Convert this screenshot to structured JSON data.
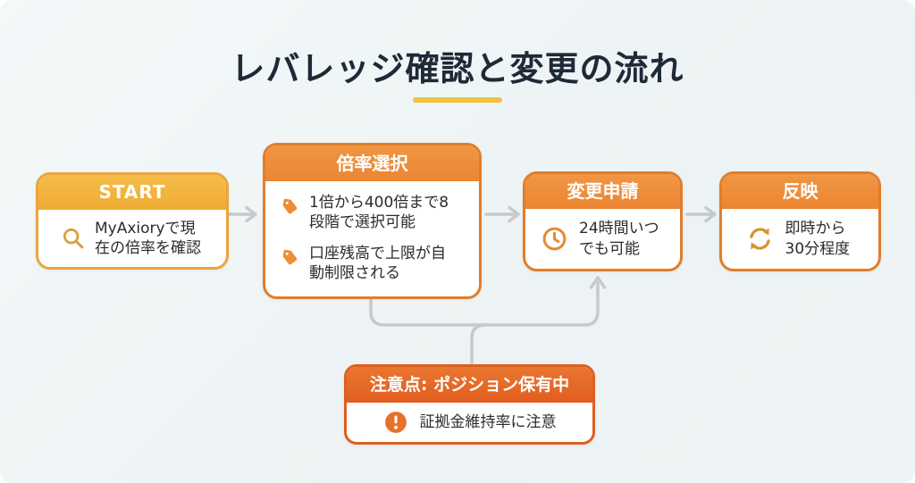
{
  "title": "レバレッジ確認と変更の流れ",
  "colors": {
    "background": "#eff4f5",
    "title_text": "#1f2a38",
    "title_underline": "#f0c143",
    "start_header": "#f2b340",
    "step_header": "#ee8c38",
    "step_border": "#e17d2a",
    "caution_header": "#e56b26",
    "icon_amber": "#d9a23f",
    "icon_orange": "#e58a2e",
    "connector_gray": "#c6cacb",
    "body_text": "#2b2b2b"
  },
  "flow": {
    "start": {
      "header": "START",
      "body": "MyAxioryで現在の倍率を確認"
    },
    "rate_select": {
      "header": "倍率選択",
      "items": [
        {
          "text": "1倍から400倍まで8段階で選択可能"
        },
        {
          "text": "口座残高で上限が自動制限される"
        }
      ]
    },
    "change_request": {
      "header": "変更申請",
      "body": "24時間いつでも可能"
    },
    "reflect": {
      "header": "反映",
      "body": "即時から30分程度"
    },
    "caution": {
      "header": "注意点: ポジション保有中",
      "body": "証拠金維持率に注意"
    }
  }
}
